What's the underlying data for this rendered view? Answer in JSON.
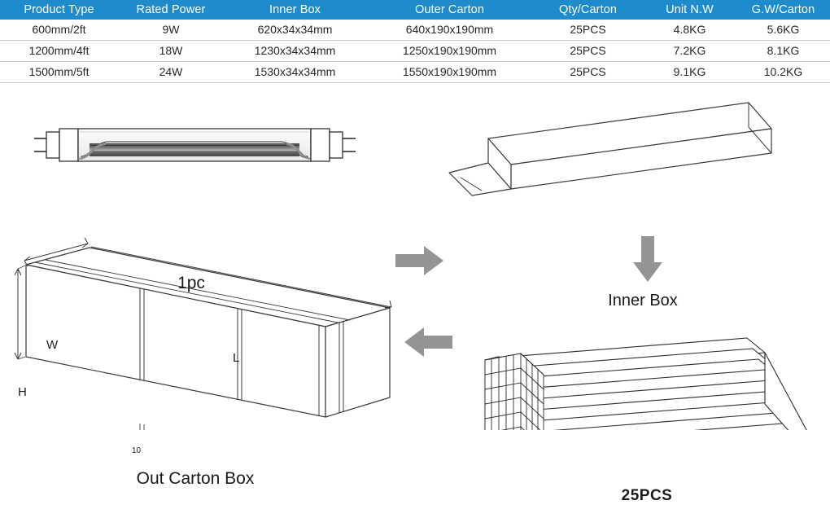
{
  "table": {
    "accent_color": "#1e8bcd",
    "headers": [
      "Product Type",
      "Rated Power",
      "Inner Box",
      "Outer Carton",
      "Qty/Carton",
      "Unit N.W",
      "G.W/Carton"
    ],
    "rows": [
      {
        "product_type": "600mm/2ft",
        "rated_power": "9W",
        "inner_box": "620x34x34mm",
        "outer_carton": "640x190x190mm",
        "qty_carton": "25PCS",
        "unit_nw": "4.8KG",
        "gw_carton": "5.6KG"
      },
      {
        "product_type": "1200mm/4ft",
        "rated_power": "18W",
        "inner_box": "1230x34x34mm",
        "outer_carton": "1250x190x190mm",
        "qty_carton": "25PCS",
        "unit_nw": "7.2KG",
        "gw_carton": "8.1KG"
      },
      {
        "product_type": "1500mm/5ft",
        "rated_power": "24W",
        "inner_box": "1530x34x34mm",
        "outer_carton": "1550x190x190mm",
        "qty_carton": "25PCS",
        "unit_nw": "9.1KG",
        "gw_carton": "10.2KG"
      }
    ]
  },
  "diagram": {
    "arrow_color": "#949494",
    "line_color": "#333333",
    "tube": {
      "label": "1pc",
      "icon": "led-tube-icon"
    },
    "inner_box": {
      "label": "Inner Box",
      "icon": "inner-box-icon"
    },
    "bundle": {
      "label": "25PCS",
      "icon": "box-bundle-icon",
      "grid_columns": 5,
      "grid_rows": 5
    },
    "carton": {
      "label": "Out Carton Box",
      "icon": "outer-carton-icon",
      "dim_width": "W",
      "dim_height": "H",
      "dim_length": "L",
      "dim_tape": "10"
    },
    "arrows": {
      "tube_to_inner_box": "arrow-right-icon",
      "inner_box_to_bundle": "arrow-down-icon",
      "bundle_to_carton": "arrow-left-icon"
    }
  }
}
